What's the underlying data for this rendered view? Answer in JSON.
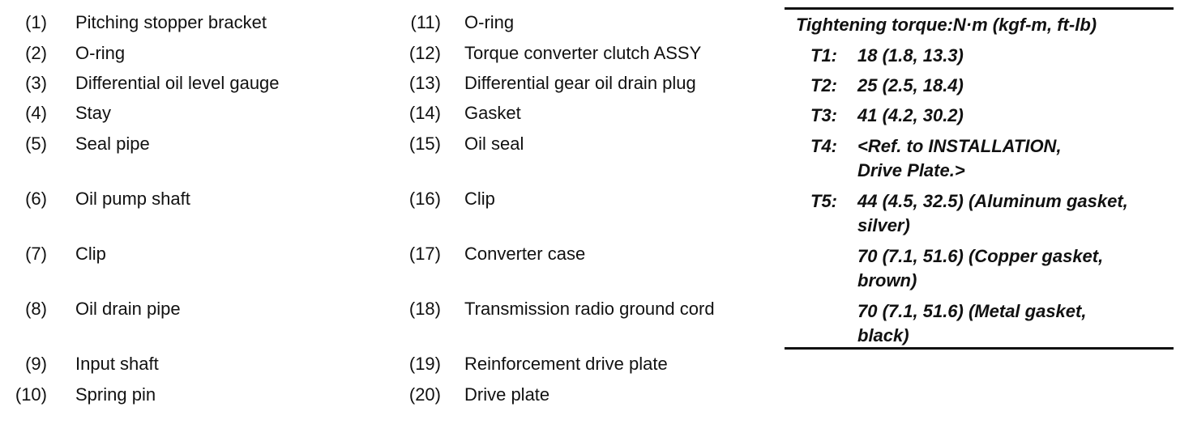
{
  "parts_left": [
    {
      "num": "(1)",
      "label": "Pitching stopper bracket"
    },
    {
      "num": "(2)",
      "label": "O-ring"
    },
    {
      "num": "(3)",
      "label": "Differential oil level gauge"
    },
    {
      "num": "(4)",
      "label": "Stay"
    },
    {
      "num": "(5)",
      "label": "Seal pipe"
    },
    {
      "num": "(6)",
      "label": "Oil pump shaft"
    },
    {
      "num": "(7)",
      "label": "Clip"
    },
    {
      "num": "(8)",
      "label": "Oil drain pipe"
    },
    {
      "num": "(9)",
      "label": "Input shaft"
    },
    {
      "num": "(10)",
      "label": "Spring pin"
    }
  ],
  "parts_right": [
    {
      "num": "(11)",
      "label": "O-ring"
    },
    {
      "num": "(12)",
      "label": "Torque converter clutch ASSY"
    },
    {
      "num": "(13)",
      "label": "Differential gear oil drain plug"
    },
    {
      "num": "(14)",
      "label": "Gasket"
    },
    {
      "num": "(15)",
      "label": "Oil seal"
    },
    {
      "num": "(16)",
      "label": "Clip"
    },
    {
      "num": "(17)",
      "label": "Converter case"
    },
    {
      "num": "(18)",
      "label": "Transmission radio ground cord"
    },
    {
      "num": "(19)",
      "label": "Reinforcement drive plate"
    },
    {
      "num": "(20)",
      "label": "Drive plate"
    }
  ],
  "torque": {
    "title": "Tightening torque:N·m (kgf-m, ft-lb)",
    "items": [
      {
        "code": "T1:",
        "lines": [
          "18 (1.8, 13.3)"
        ]
      },
      {
        "code": "T2:",
        "lines": [
          "25 (2.5, 18.4)"
        ]
      },
      {
        "code": "T3:",
        "lines": [
          "41 (4.2, 30.2)"
        ]
      },
      {
        "code": "T4:",
        "lines": [
          "<Ref. to INSTALLATION,",
          "Drive Plate.>"
        ]
      },
      {
        "code": "T5:",
        "lines": [
          "44 (4.5, 32.5) (Aluminum gasket,",
          "silver)"
        ]
      },
      {
        "code": "",
        "lines": [
          "70 (7.1, 51.6) (Copper gasket,",
          "brown)"
        ]
      },
      {
        "code": "",
        "lines": [
          "70 (7.1, 51.6) (Metal gasket,",
          "black)"
        ]
      }
    ]
  }
}
